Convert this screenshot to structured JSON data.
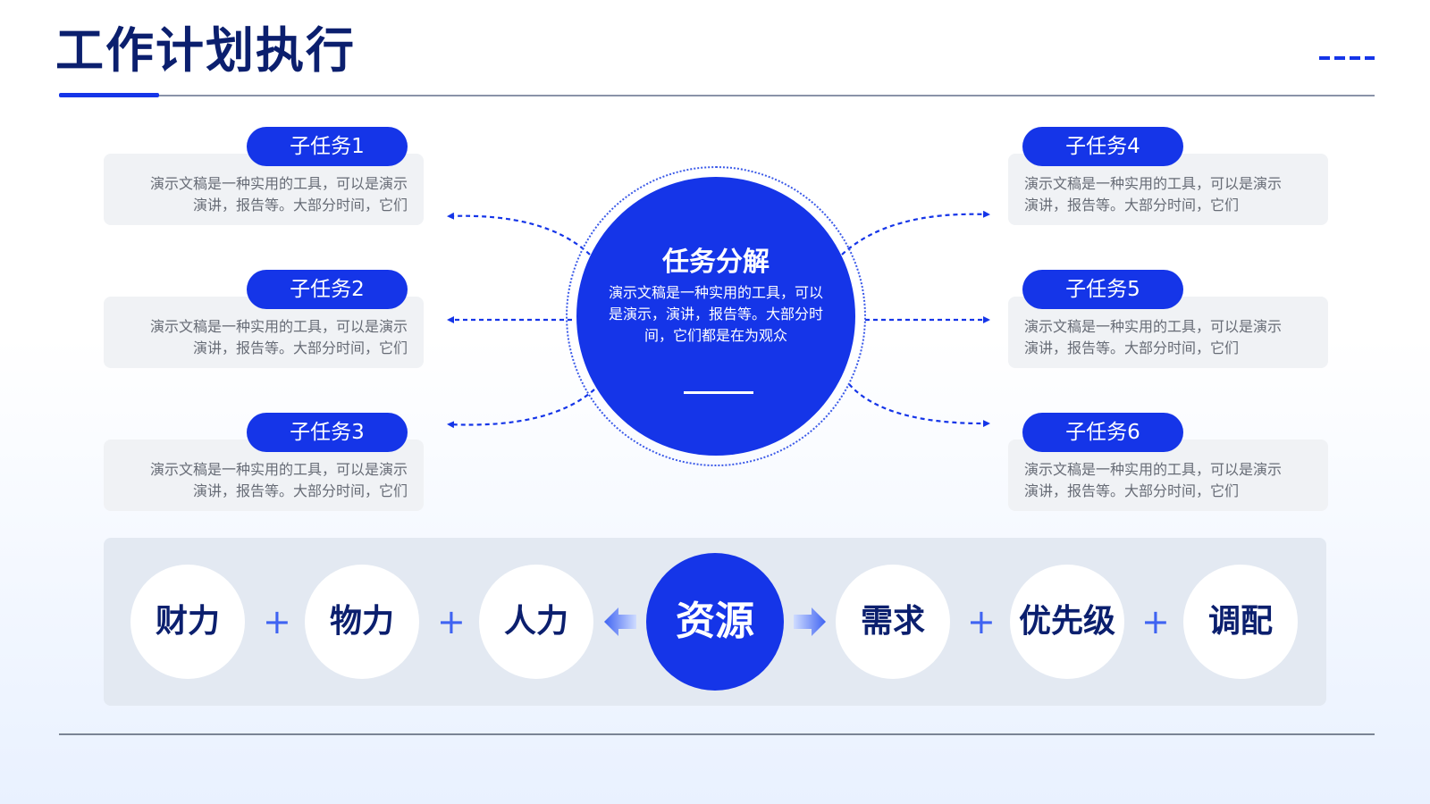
{
  "title": "工作计划执行",
  "colors": {
    "primary": "#1535e8",
    "title": "#0b1f6e",
    "card_bg": "#f0f2f5",
    "panel_bg": "#e3e9f2",
    "desc_text": "#666b75"
  },
  "center": {
    "title": "任务分解",
    "description": "演示文稿是一种实用的工具，可以是演示，演讲，报告等。大部分时间，它们都是在为观众"
  },
  "subtasks": [
    {
      "label": "子任务1",
      "line1": "演示文稿是一种实用的工具，可以是演示",
      "line2": "演讲，报告等。大部分时间，它们"
    },
    {
      "label": "子任务2",
      "line1": "演示文稿是一种实用的工具，可以是演示",
      "line2": "演讲，报告等。大部分时间，它们"
    },
    {
      "label": "子任务3",
      "line1": "演示文稿是一种实用的工具，可以是演示",
      "line2": "演讲，报告等。大部分时间，它们"
    },
    {
      "label": "子任务4",
      "line1": "演示文稿是一种实用的工具，可以是演示",
      "line2": "演讲，报告等。大部分时间，它们"
    },
    {
      "label": "子任务5",
      "line1": "演示文稿是一种实用的工具，可以是演示",
      "line2": "演讲，报告等。大部分时间，它们"
    },
    {
      "label": "子任务6",
      "line1": "演示文稿是一种实用的工具，可以是演示",
      "line2": "演讲，报告等。大部分时间，它们"
    }
  ],
  "resources": {
    "center": "资源",
    "inputs": [
      "财力",
      "物力",
      "人力"
    ],
    "outputs": [
      "需求",
      "优先级",
      "调配"
    ],
    "operator": "+"
  }
}
